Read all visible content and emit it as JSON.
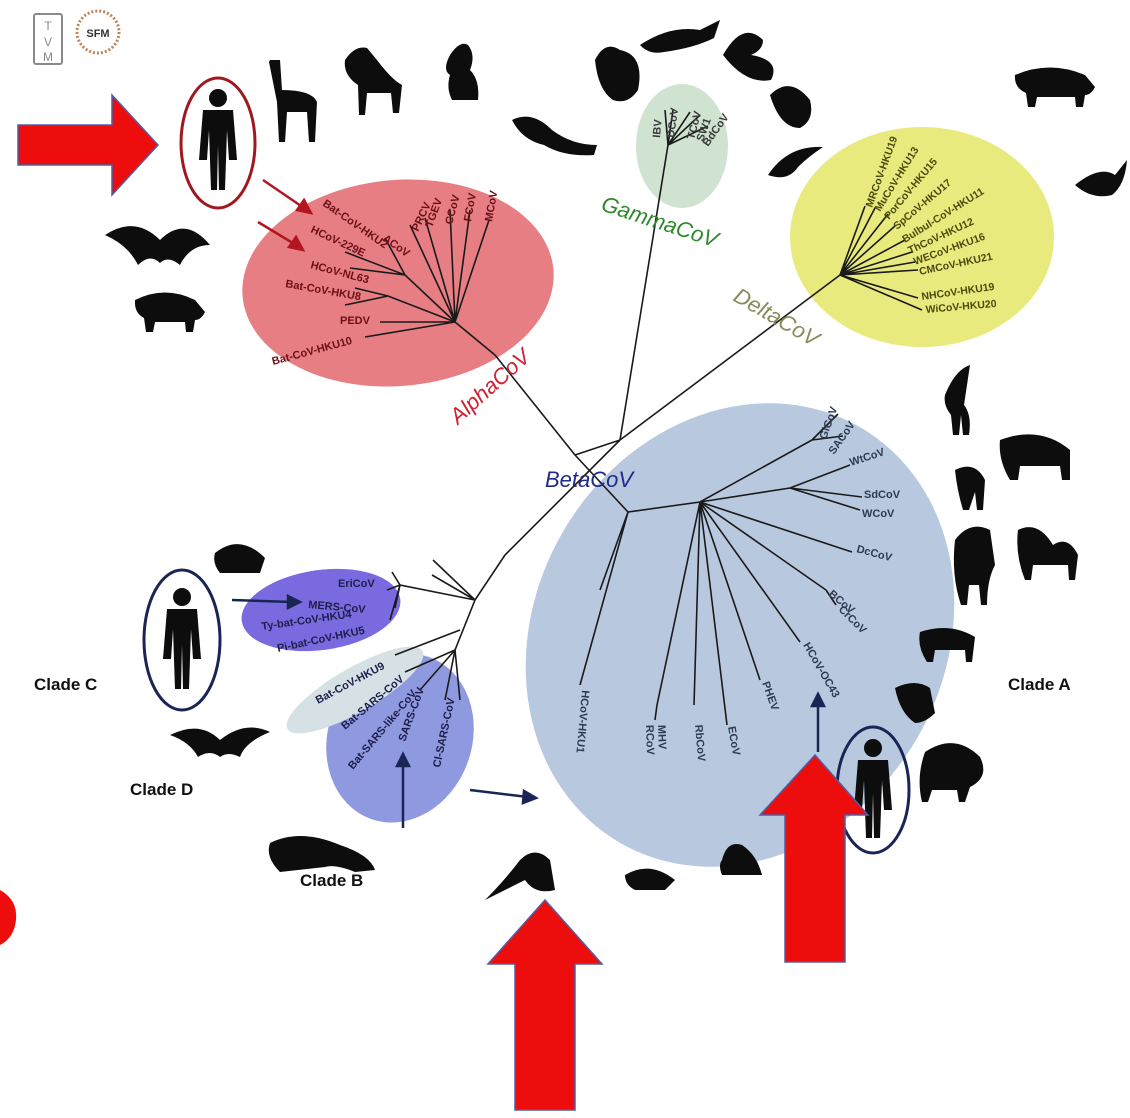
{
  "logos": {
    "left": "TVM",
    "right": "SFM"
  },
  "genera": {
    "alpha": {
      "label": "AlphaCoV",
      "color": "#d11f2f",
      "fill": "#e77e84"
    },
    "beta": {
      "label": "BetaCoV",
      "color": "#1f2a8a",
      "fill": "#b8c9df"
    },
    "gamma": {
      "label": "GammaCoV",
      "color": "#2d8a2a",
      "fill": "#cfe3d0"
    },
    "delta": {
      "label": "DeltaCoV",
      "color": "#8a8a58",
      "fill": "#e9ea7e"
    }
  },
  "leaves": {
    "alpha": [
      "MCoV",
      "FCoV",
      "CCoV",
      "TGEV",
      "PRCV",
      "ACoV",
      "Bat-CoV-HKU2",
      "HCoV-229E",
      "HCoV-NL63",
      "Bat-CoV-HKU8",
      "PEDV",
      "Bat-CoV-HKU10"
    ],
    "gamma": [
      "IBV",
      "DCoV",
      "TCoV",
      "SW1",
      "BdCoV"
    ],
    "delta": [
      "MRCoV-HKU19",
      "MuCoV-HKU13",
      "PorCoV-HKU15",
      "SpCoV-HKU17",
      "Bulbul-CoV-HKU11",
      "ThCoV-HKU12",
      "WECoV-HKU16",
      "CMCoV-HKU21",
      "NHCoV-HKU19",
      "WiCoV-HKU20"
    ],
    "beta_a": [
      "GiCoV",
      "SACoV",
      "WtCoV",
      "SdCoV",
      "WCoV",
      "DcCoV",
      "BCoV",
      "CrCoV",
      "HCoV-OC43",
      "PHEV",
      "ECoV",
      "RbCoV",
      "MHV",
      "RCoV",
      "HCoV-HKU1"
    ],
    "beta_b": [
      "Bat-SARS-CoV",
      "Bat-SARS-like-CoV",
      "SARS-CoV",
      "Cl-SARS-CoV"
    ],
    "beta_c": [
      "EriCoV",
      "MERS-CoV",
      "Ty-bat-CoV-HKU4",
      "Pi-bat-CoV-HKU5"
    ],
    "beta_d": [
      "Bat-CoV-HKU9"
    ]
  },
  "clades": {
    "a": "Clade A",
    "b": "Clade B",
    "c": "Clade C",
    "d": "Clade D"
  },
  "colors": {
    "highlight_arrow": "#ee0d0d",
    "human_ring_red": "#a0181f",
    "human_ring_navy": "#1b2456",
    "small_arrow_navy": "#1b2456",
    "small_arrow_red": "#b3161e"
  }
}
